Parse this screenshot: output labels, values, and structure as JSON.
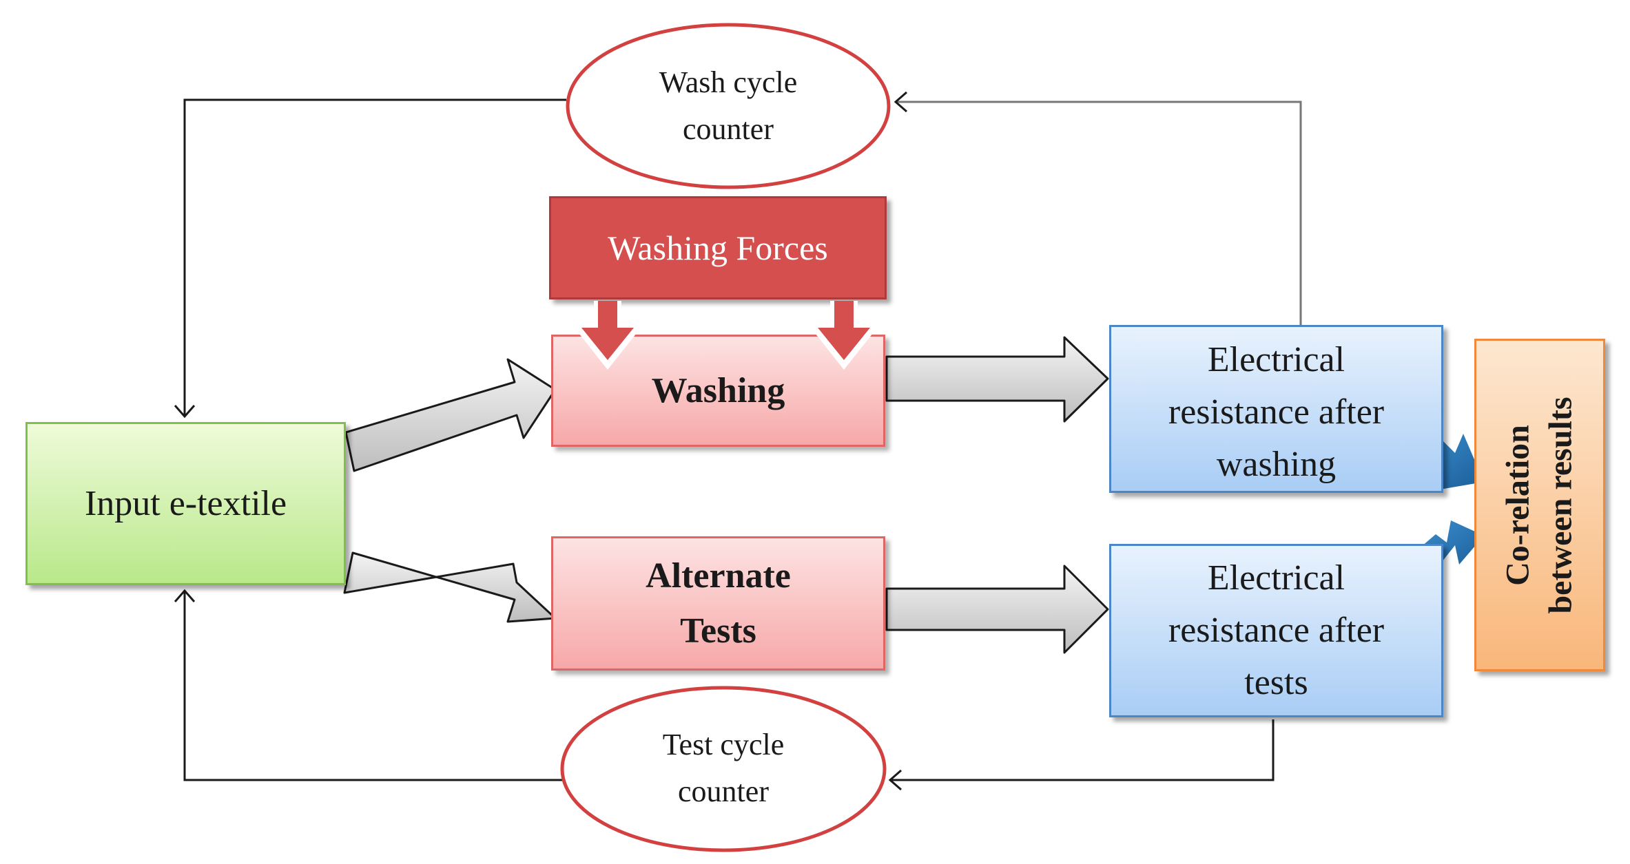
{
  "nodes": {
    "input": "Input e-textile",
    "washing": "Washing",
    "washing_forces": "Washing Forces",
    "alternate_tests": [
      "Alternate",
      "Tests"
    ],
    "resistance_after_washing": [
      "Electrical",
      "resistance after",
      "washing"
    ],
    "resistance_after_tests": [
      "Electrical",
      "resistance after",
      "tests"
    ],
    "correlation": [
      "Co-relation",
      "between results"
    ],
    "wash_counter": [
      "Wash cycle",
      "counter"
    ],
    "test_counter": [
      "Test cycle",
      "counter"
    ]
  },
  "colors": {
    "input_fill": "#c8ee9e",
    "process_fill": "#f9bcbc",
    "process_border": "#e06666",
    "forces_fill": "#d64f4f",
    "result_fill": "#bcd8f7",
    "result_border": "#4a86c8",
    "correlation_fill": "#fbc890",
    "counter_border": "#d24040",
    "connector_arrow": "#1e6fb0",
    "block_arrow": "#d9d9d9"
  }
}
